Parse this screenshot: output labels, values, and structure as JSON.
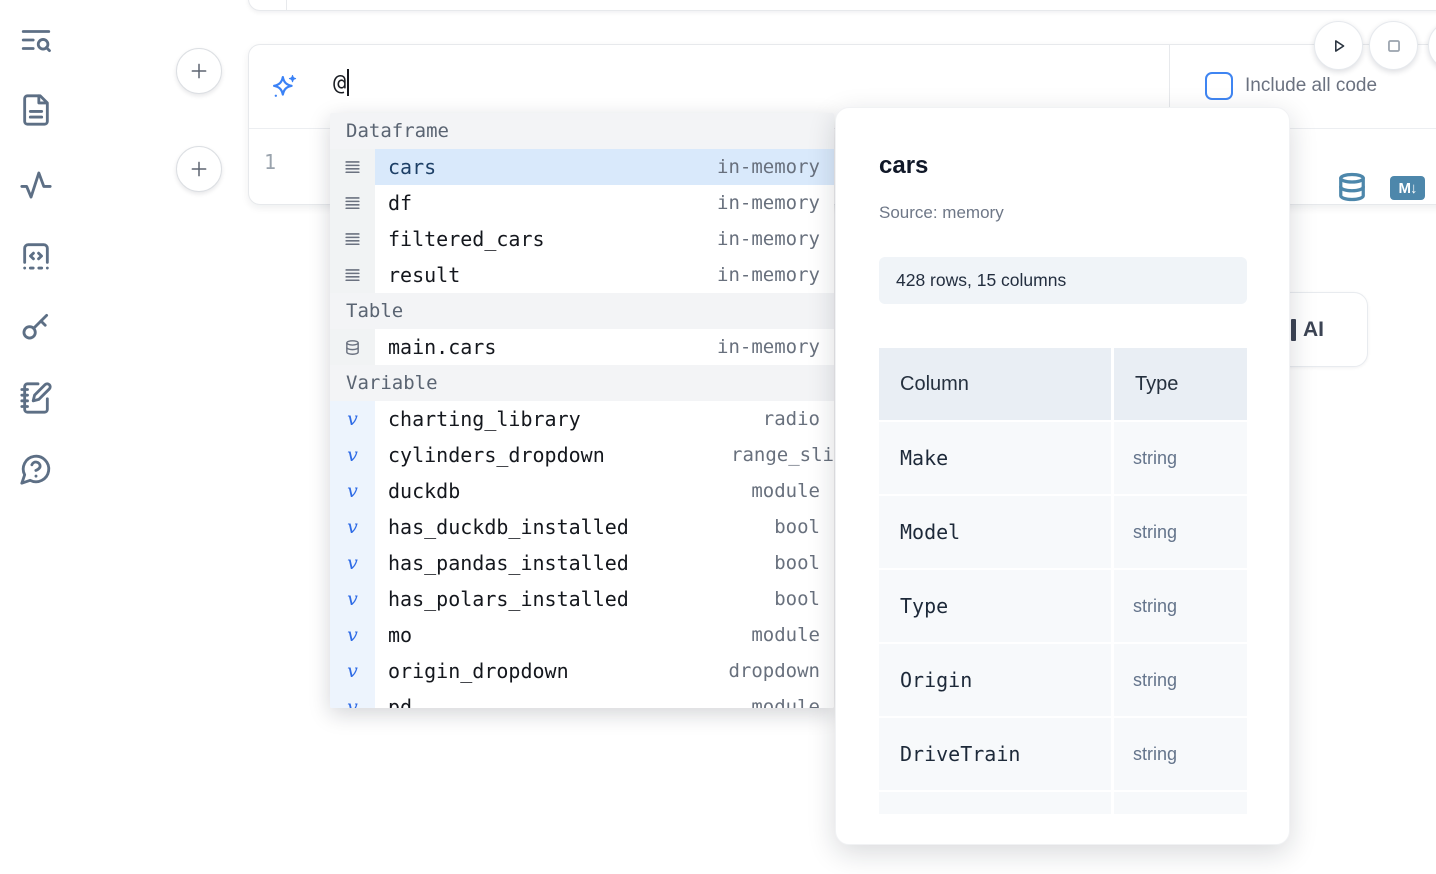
{
  "colors": {
    "accent_blue": "#3b82f6",
    "selected_item_bg": "#d9e9fb",
    "steel_blue_icon": "#4d87ab",
    "variable_icon_blue": "#2e6be6",
    "sidebar_icon_gray": "#5d6f85"
  },
  "sidebar": {
    "icons": [
      "text-search-icon",
      "file-text-icon",
      "activity-icon",
      "code-snippets-icon",
      "key-icon",
      "notebook-pen-icon",
      "help-chat-icon"
    ]
  },
  "cell": {
    "line_number": "1",
    "toolbar_icons": [
      "play-icon",
      "stop-icon",
      "database-icon",
      "markdown-export-icon"
    ],
    "markdown_icon_text": "M↓"
  },
  "ai_panel": {
    "prompt_value": "@",
    "include_all_code_label": "Include all code"
  },
  "autocomplete": {
    "sections": [
      {
        "label": "Dataframe",
        "icon": "dataframe-icon",
        "items": [
          {
            "name": "cars",
            "detail": "in-memory",
            "selected": true
          },
          {
            "name": "df",
            "detail": "in-memory"
          },
          {
            "name": "filtered_cars",
            "detail": "in-memory"
          },
          {
            "name": "result",
            "detail": "in-memory"
          }
        ]
      },
      {
        "label": "Table",
        "icon": "table-icon",
        "items": [
          {
            "name": "main.cars",
            "detail": "in-memory"
          }
        ]
      },
      {
        "label": "Variable",
        "icon": "variable-icon",
        "items": [
          {
            "name": "charting_library",
            "detail": "radio"
          },
          {
            "name": "cylinders_dropdown",
            "detail": "range_sli",
            "flush": true
          },
          {
            "name": "duckdb",
            "detail": "module"
          },
          {
            "name": "has_duckdb_installed",
            "detail": "bool"
          },
          {
            "name": "has_pandas_installed",
            "detail": "bool"
          },
          {
            "name": "has_polars_installed",
            "detail": "bool"
          },
          {
            "name": "mo",
            "detail": "module"
          },
          {
            "name": "origin_dropdown",
            "detail": "dropdown"
          },
          {
            "name": "pd",
            "detail": "module",
            "clipped": true
          }
        ]
      }
    ]
  },
  "preview": {
    "title": "cars",
    "source": "Source: memory",
    "shape_badge": "428 rows, 15 columns",
    "table": {
      "headers": [
        "Column",
        "Type"
      ],
      "rows": [
        {
          "column": "Make",
          "type": "string"
        },
        {
          "column": "Model",
          "type": "string"
        },
        {
          "column": "Type",
          "type": "string"
        },
        {
          "column": "Origin",
          "type": "string"
        },
        {
          "column": "DriveTrain",
          "type": "string"
        }
      ]
    }
  },
  "background_button": {
    "label": "AI"
  }
}
